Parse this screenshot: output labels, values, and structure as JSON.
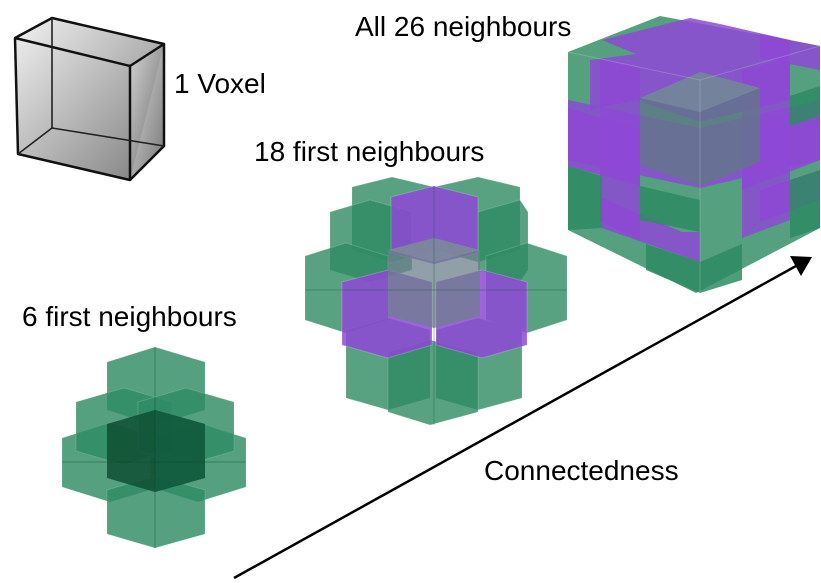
{
  "labels": {
    "single": "1 Voxel",
    "six": "6 first neighbours",
    "eighteen": "18 first neighbours",
    "twentysix": "All 26 neighbours",
    "axis": "Connectedness"
  },
  "colors": {
    "green": "#2e8b63",
    "green_dark": "#1f6e4c",
    "purple": "#8e48d6",
    "center_gray": "#6a7e88",
    "voxel_light": "#e6e6e6",
    "voxel_dark": "#808080",
    "edge": "#111111",
    "arrow": "#000000"
  }
}
